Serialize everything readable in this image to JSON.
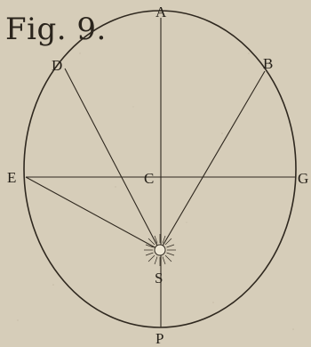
{
  "figure": {
    "caption": "Fig. 9.",
    "points": {
      "A": "A",
      "B": "B",
      "C": "C",
      "D": "D",
      "E": "E",
      "G": "G",
      "P": "P",
      "S": "S"
    }
  },
  "colors": {
    "paper": "#d6cdb9",
    "ink": "#2a241c"
  }
}
